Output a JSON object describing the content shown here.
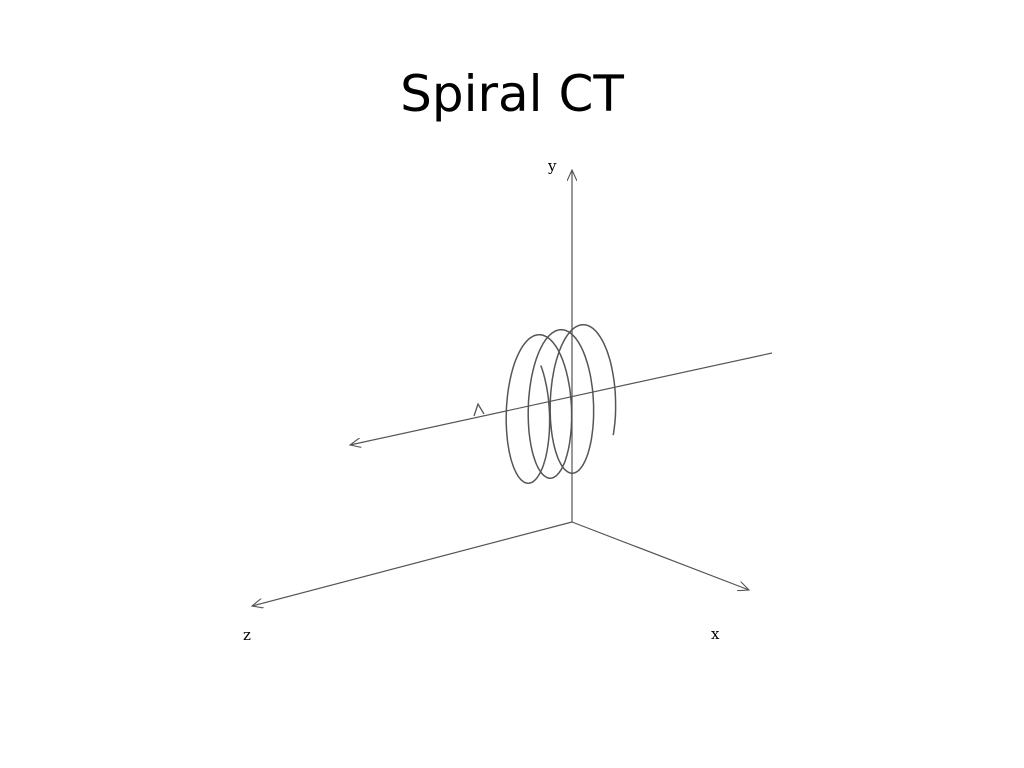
{
  "slide": {
    "title": "Spiral CT"
  },
  "diagram": {
    "axis_labels": {
      "y": "y",
      "z": "z",
      "x": "x"
    },
    "colors": {
      "line": "#555555",
      "text": "#000000",
      "background": "#ffffff"
    }
  }
}
